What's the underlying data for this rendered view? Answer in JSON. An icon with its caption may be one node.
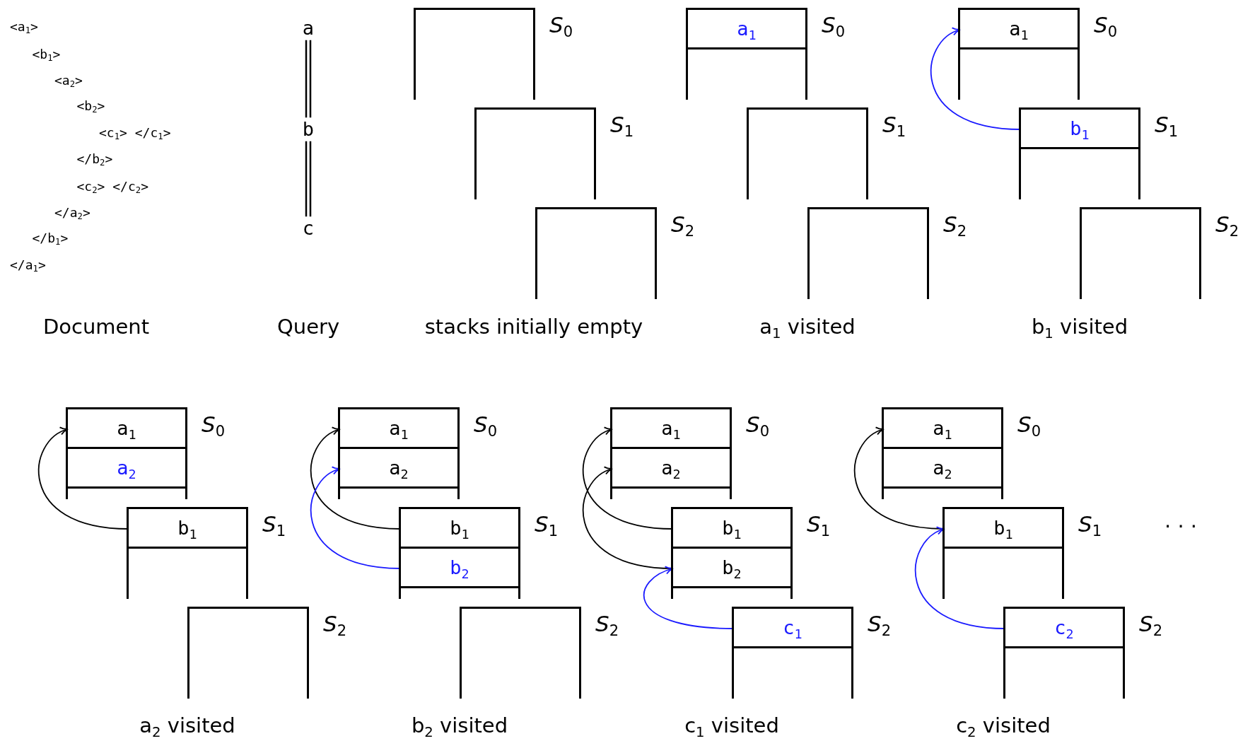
{
  "diagram": {
    "nodes": [
      {
        "text": [
          "a"
        ]
      },
      {
        "text": [
          "b"
        ]
      },
      {
        "text": [
          "c"
        ]
      },
      {
        "text": [],
        "shape": "box",
        "beside": [
          "*S*$_{0}$"
        ]
      },
      {
        "text": [],
        "shape": "box",
        "beside": [
          "*S*$_{1}$"
        ]
      },
      {
        "text": [],
        "shape": "box",
        "beside": [
          "*S*$_{2}$"
        ]
      },
      {
        "text": [],
        "shape": "box",
        "beside": [
          "*S*$_{0}$"
        ]
      },
      {
        "text": [
          "a$_{1}$"
        ],
        "in": 6
      },
      {
        "text": [],
        "shape": "box",
        "beside": [
          "*S*$_{1}$"
        ]
      },
      {
        "text": [],
        "shape": "box",
        "beside": [
          "*S*$_{2}$"
        ]
      },
      {
        "text": [],
        "shape": "box",
        "beside": [
          "*S*$_{0}$"
        ]
      },
      {
        "text": [
          "a$_{1}$"
        ],
        "in": 10
      },
      {
        "text": [],
        "shape": "box",
        "beside": [
          "*S*$_{1}$"
        ]
      },
      {
        "text": [
          "b$_{1}$"
        ],
        "in": 12
      },
      {
        "text": [],
        "shape": "box",
        "beside": [
          "*S*$_{2}$"
        ]
      },
      {
        "text": [],
        "shape": "box",
        "beside": [
          "*S*$_{0}$"
        ]
      },
      {
        "text": [
          "a$_{1}$"
        ],
        "in": 15
      },
      {
        "text": [
          "a$_{2}$"
        ],
        "in": 15
      },
      {
        "text": [],
        "shape": "box",
        "beside": [
          "*S*$_{1}$"
        ]
      },
      {
        "text": [
          "b$_{1}$"
        ],
        "in": 18
      },
      {
        "text": [],
        "shape": "box",
        "beside": [
          "*S*$_{2}$"
        ]
      },
      {
        "text": [],
        "shape": "box",
        "beside": [
          "*S*$_{0}$"
        ]
      },
      {
        "text": [
          "a$_{1}$"
        ],
        "in": 21
      },
      {
        "text": [
          "a$_{2}$"
        ],
        "in": 21
      },
      {
        "text": [],
        "shape": "box",
        "beside": [
          "*S*$_{1}$"
        ]
      },
      {
        "text": [
          "b$_{1}$"
        ],
        "in": 24
      },
      {
        "text": [
          "b$_{2}$"
        ],
        "in": 24
      },
      {
        "text": [],
        "shape": "box",
        "beside": [
          "*S*$_{2}$"
        ]
      },
      {
        "text": [],
        "shape": "box",
        "beside": [
          "*S*$_{0}$"
        ]
      },
      {
        "text": [
          "a$_{1}$"
        ],
        "in": 28
      },
      {
        "text": [
          "a$_{2}$"
        ],
        "in": 28
      },
      {
        "text": [],
        "shape": "box",
        "beside": [
          "*S*$_{1}$"
        ]
      },
      {
        "text": [
          "b$_{1}$"
        ],
        "in": 31
      },
      {
        "text": [
          "b$_{2}$"
        ],
        "in": 31
      },
      {
        "text": [],
        "shape": "box",
        "beside": [
          "*S*$_{2}$"
        ]
      },
      {
        "text": [
          "c$_{1}$"
        ],
        "in": 34
      },
      {
        "text": [],
        "shape": "box",
        "beside": [
          "*S*$_{0}$"
        ]
      },
      {
        "text": [
          "a$_{1}$"
        ],
        "in": 36
      },
      {
        "text": [
          "a$_{2}$"
        ],
        "in": 36
      },
      {
        "text": [],
        "shape": "box",
        "beside": [
          "*S*$_{1}$"
        ]
      },
      {
        "text": [
          "b$_{1}$"
        ],
        "in": 39
      },
      {
        "text": [],
        "shape": "box",
        "beside": [
          "*S*$_{2}$"
        ]
      },
      {
        "text": [
          "c$_{2}$"
        ],
        "in": 41
      }
    ],
    "edges": [
      {
        "from": 0,
        "to": 1,
        "arrow": "none"
      },
      {
        "from": 1,
        "to": 2,
        "arrow": "none"
      },
      {
        "from": 13,
        "to": 11,
        "arrow": "to",
        "color": "#1a1aff"
      },
      {
        "from": 19,
        "to": 16,
        "arrow": "to"
      },
      {
        "from": 25,
        "to": 22,
        "arrow": "to"
      },
      {
        "from": 26,
        "to": 23,
        "arrow": "to",
        "color": "#1a1aff"
      },
      {
        "from": 32,
        "to": 29,
        "arrow": "to"
      },
      {
        "from": 33,
        "to": 30,
        "arrow": "to"
      },
      {
        "from": 35,
        "to": 33,
        "arrow": "to",
        "color": "#1a1aff"
      },
      {
        "from": 40,
        "to": 37,
        "arrow": "to"
      },
      {
        "from": 42,
        "to": 40,
        "arrow": "to",
        "color": "#1a1aff"
      }
    ],
    "labels": [
      "<a$_{1}$>",
      "<b$_{1}$>",
      "<a$_{2}$>",
      "<b$_{2}$>",
      "<c$_{1}$> </c$_{1}$>",
      "</b$_{2}$>",
      "<c$_{2}$> </c$_{2}$>",
      "</a$_{2}$>",
      "</b$_{1}$>",
      "</a$_{1}$>",
      "Document",
      "Query",
      "stacks initially empty",
      "a$_{1}$ visited",
      "b$_{1}$ visited",
      "· · ·",
      "a$_{2}$ visited",
      "b$_{2}$ visited",
      "c$_{1}$ visited",
      "c$_{2}$ visited"
    ]
  }
}
